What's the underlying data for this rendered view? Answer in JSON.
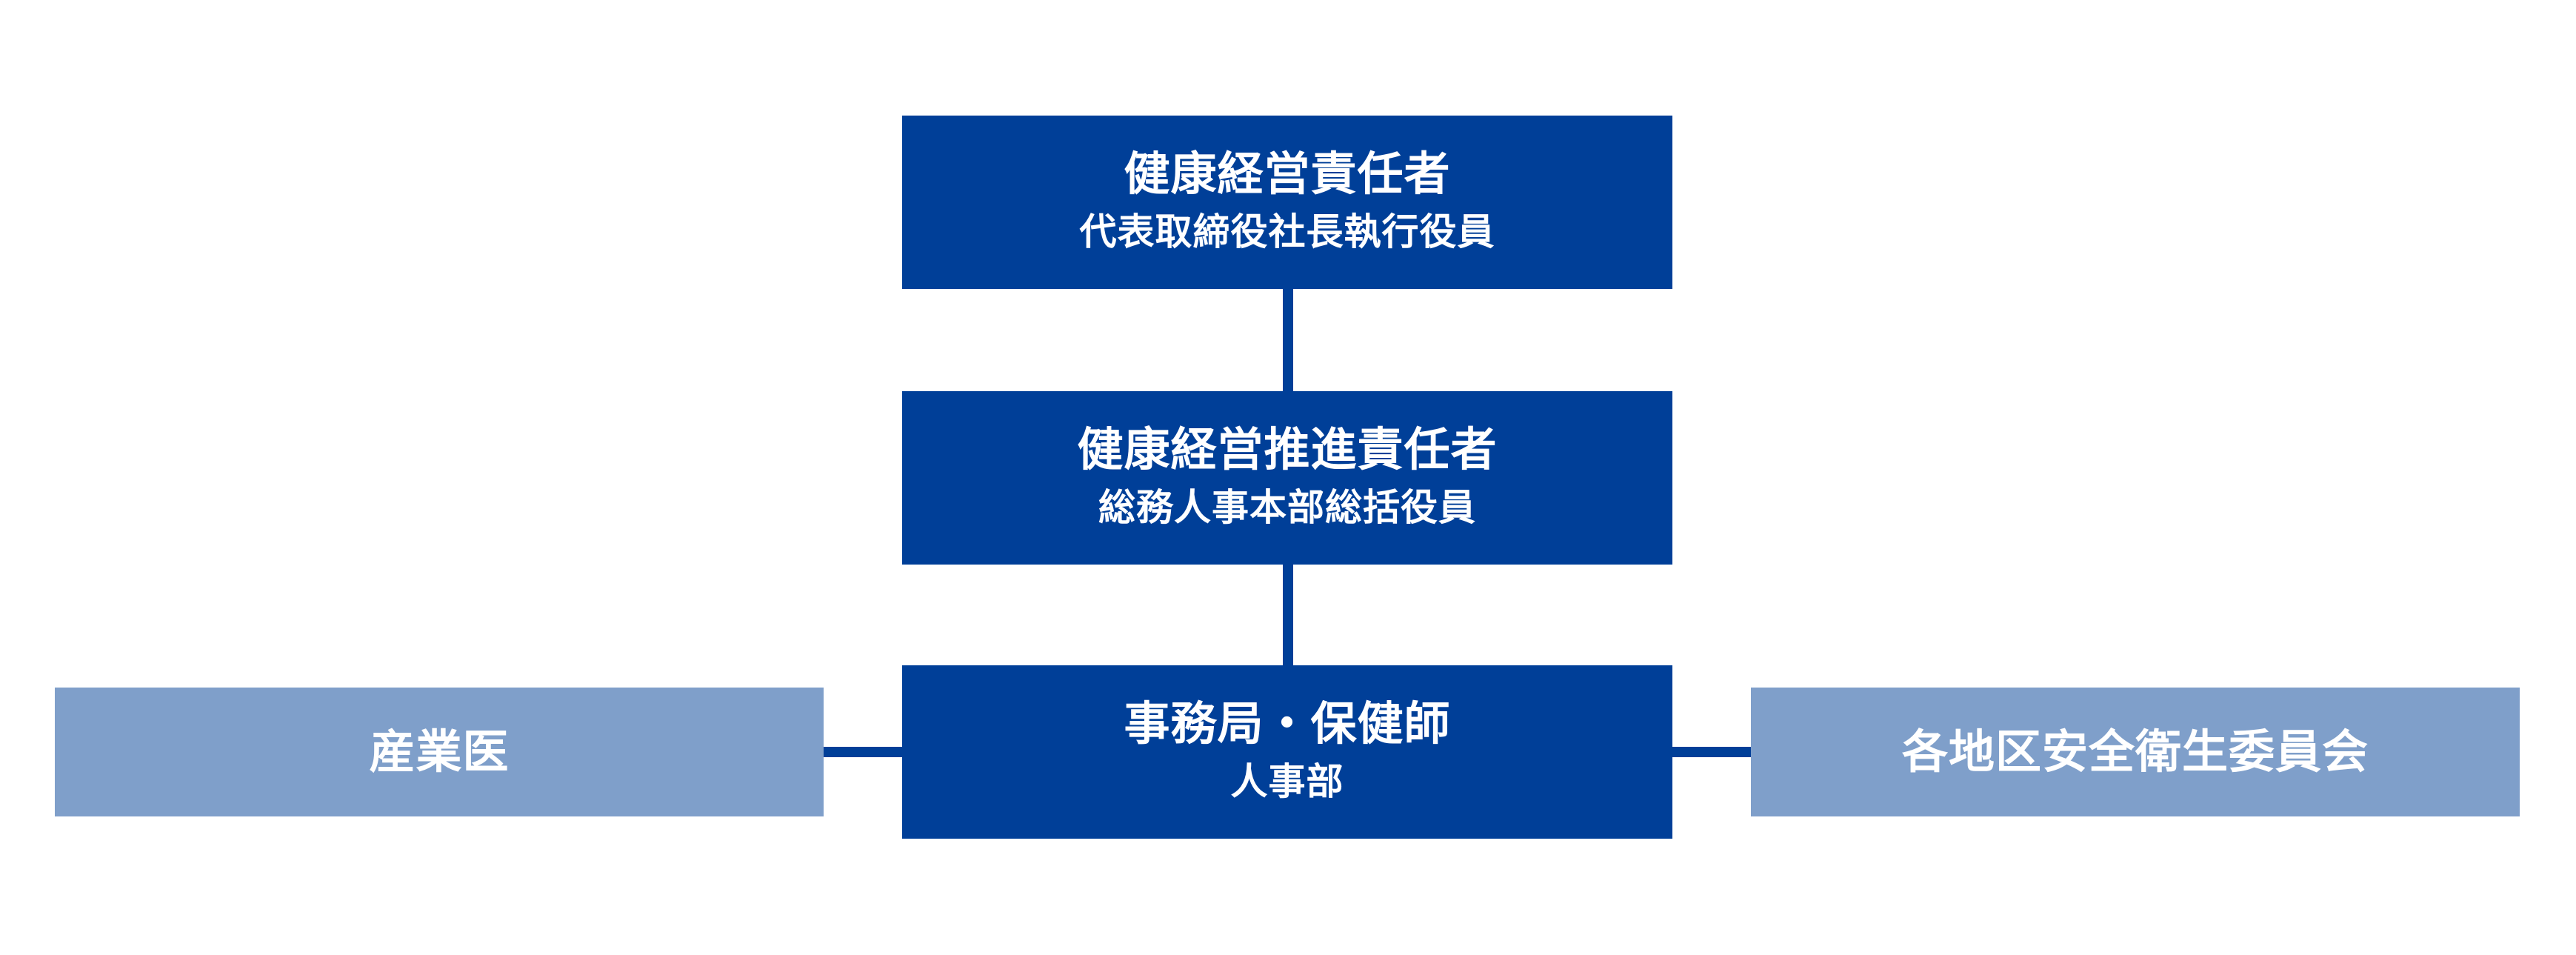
{
  "colors": {
    "primary": "#003f98",
    "secondary": "#7f9fca",
    "text": "#ffffff"
  },
  "nodes": {
    "top": {
      "title": "健康経営責任者",
      "subtitle": "代表取締役社長執行役員"
    },
    "middle": {
      "title": "健康経営推進責任者",
      "subtitle": "総務人事本部総括役員"
    },
    "bottom": {
      "title": "事務局・保健師",
      "subtitle": "人事部"
    },
    "left": {
      "title": "産業医"
    },
    "right": {
      "title": "各地区安全衛生委員会"
    }
  }
}
